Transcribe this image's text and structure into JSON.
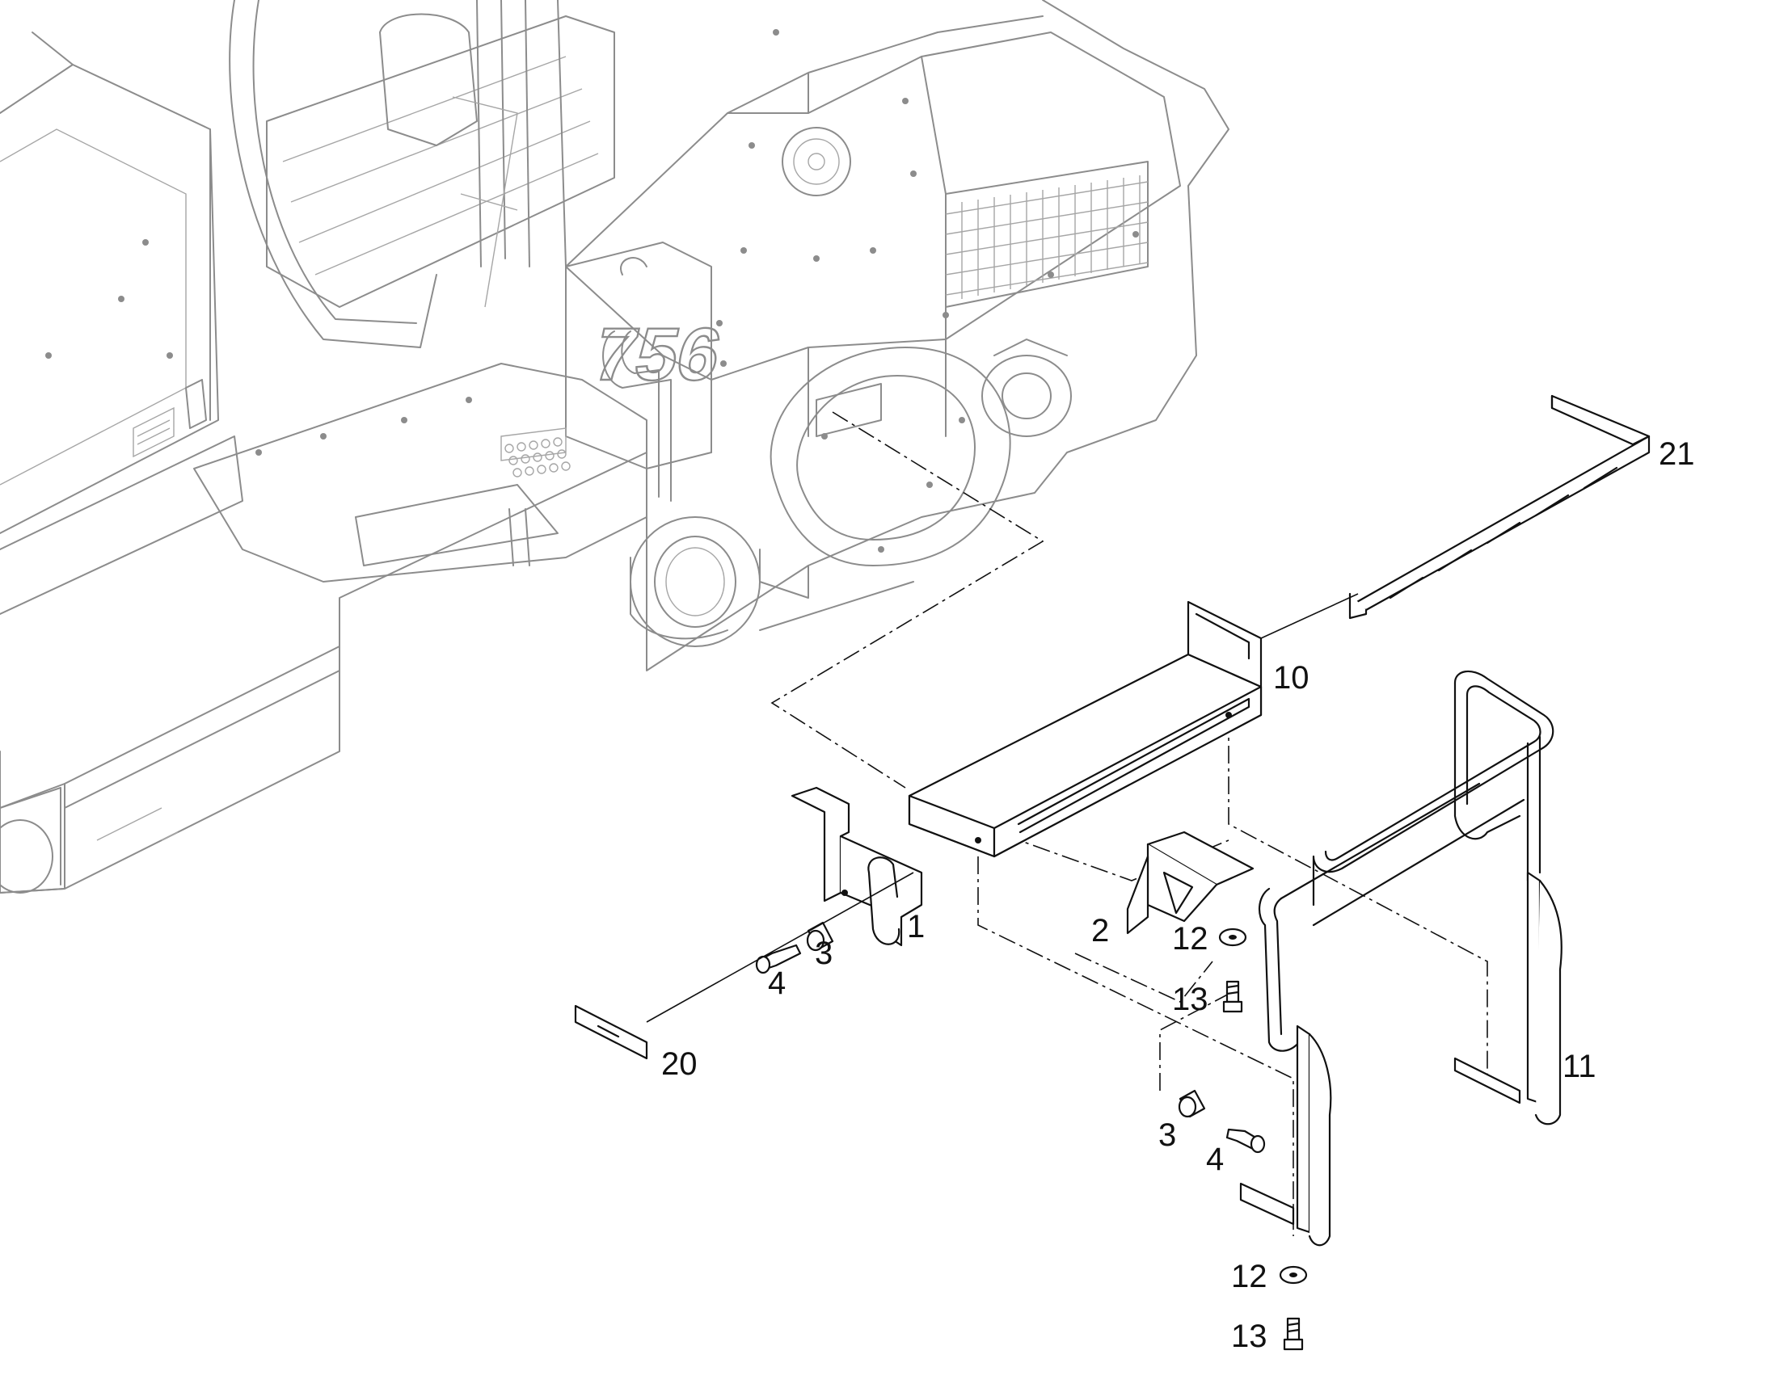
{
  "machine": {
    "model_badge": "756"
  },
  "callouts": [
    {
      "id": "c1",
      "label": "1"
    },
    {
      "id": "c2",
      "label": "2"
    },
    {
      "id": "c3a",
      "label": "3"
    },
    {
      "id": "c3b",
      "label": "3"
    },
    {
      "id": "c4a",
      "label": "4"
    },
    {
      "id": "c4b",
      "label": "4"
    },
    {
      "id": "c10",
      "label": "10"
    },
    {
      "id": "c11",
      "label": "11"
    },
    {
      "id": "c12a",
      "label": "12"
    },
    {
      "id": "c12b",
      "label": "12"
    },
    {
      "id": "c13a",
      "label": "13"
    },
    {
      "id": "c13b",
      "label": "13"
    },
    {
      "id": "c20",
      "label": "20"
    },
    {
      "id": "c21",
      "label": "21"
    }
  ]
}
